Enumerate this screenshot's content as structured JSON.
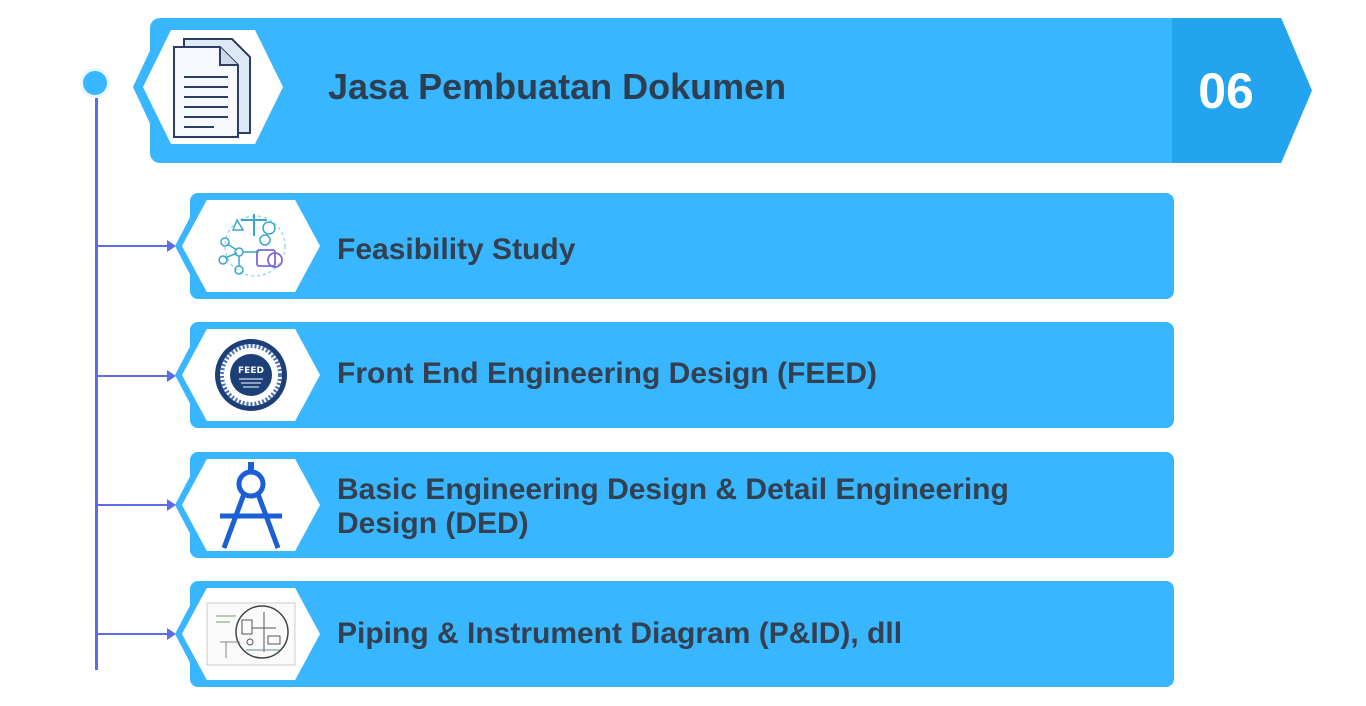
{
  "header": {
    "title": "Jasa Pembuatan Dokumen",
    "number": "06",
    "icon": "document-icon"
  },
  "items": [
    {
      "label": "Feasibility Study",
      "icon": "feasibility-icon"
    },
    {
      "label": "Front End Engineering Design (FEED)",
      "icon": "feed-badge-icon"
    },
    {
      "label": "Basic Engineering Design & Detail Engineering Design (DED)",
      "icon": "drafting-compass-icon"
    },
    {
      "label": "Piping & Instrument Diagram (P&ID), dll",
      "icon": "pid-diagram-icon"
    }
  ],
  "colors": {
    "primary": "#38b6ff",
    "number_box": "#22a4ef",
    "timeline": "#5b6ce8",
    "text": "#2c3e50"
  }
}
